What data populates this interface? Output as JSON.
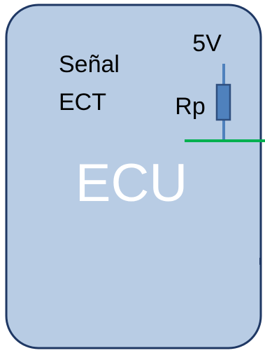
{
  "diagram": {
    "box_label": "ECU",
    "signal_label_line1": "Señal",
    "signal_label_line2": "ECT",
    "supply_label": "5V",
    "resistor_label": "Rp"
  },
  "colors": {
    "box_fill": "#b8cce4",
    "box_stroke": "#1f3864",
    "resistor_fill": "#4f81bd",
    "resistor_stroke": "#2f4f7f",
    "wire_blue": "#4f81bd",
    "signal_line": "#00b050",
    "box_text": "#ffffff",
    "text": "#000000"
  }
}
